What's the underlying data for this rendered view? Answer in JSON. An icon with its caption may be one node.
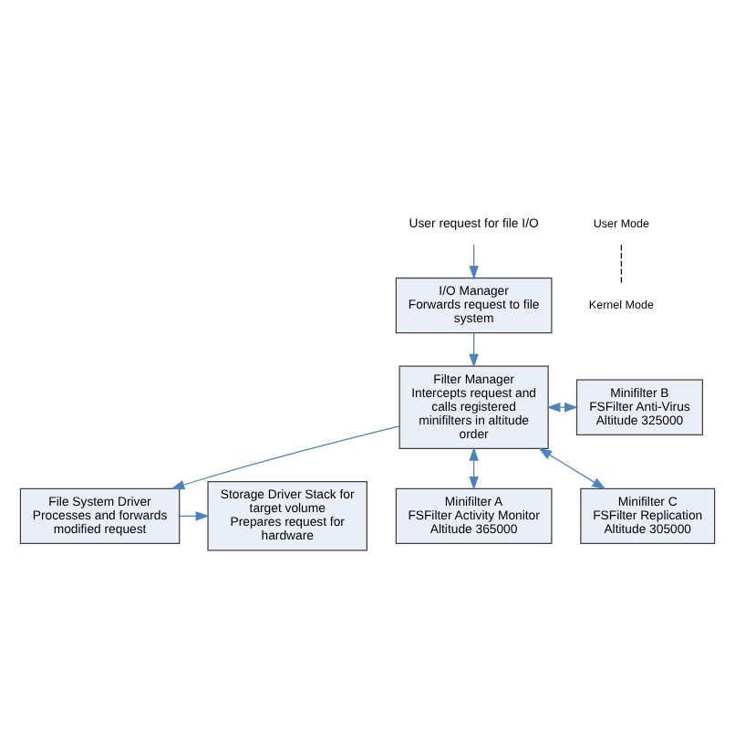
{
  "diagram": {
    "nodes": [
      {
        "text": [
          "User request for file I/O"
        ]
      },
      {
        "text": [
          "I/O Manager",
          "Forwards request to file system"
        ]
      },
      {
        "text": [
          "Filter Manager",
          "Intercepts request and calls registered minifilters in altitude order"
        ]
      },
      {
        "text": [
          "Minifilter A",
          "FSFilter Activity Monitor",
          "Altitude 365000"
        ]
      },
      {
        "text": [
          "Minifilter B",
          "FSFilter Anti-Virus",
          "Altitude 325000"
        ]
      },
      {
        "text": [
          "Minifilter C",
          "FSFilter Replication",
          "Altitude 305000"
        ]
      },
      {
        "text": [
          "File System Driver",
          "Processes and forwards modified request"
        ]
      },
      {
        "text": [
          "Storage Driver Stack for target volume",
          "Prepares request for hardware"
        ]
      }
    ],
    "edges": [
      {
        "from": 0,
        "to": 1,
        "arrow": "to"
      },
      {
        "from": 1,
        "to": 2,
        "arrow": "to"
      },
      {
        "from": 2,
        "to": 3,
        "arrow": "both"
      },
      {
        "from": 2,
        "to": 4,
        "arrow": "both"
      },
      {
        "from": 2,
        "to": 5,
        "arrow": "both"
      },
      {
        "from": 2,
        "to": 6,
        "arrow": "to"
      },
      {
        "from": 6,
        "to": 7,
        "arrow": "to"
      }
    ],
    "labels": [
      "User Mode",
      "Kernel Mode"
    ]
  }
}
